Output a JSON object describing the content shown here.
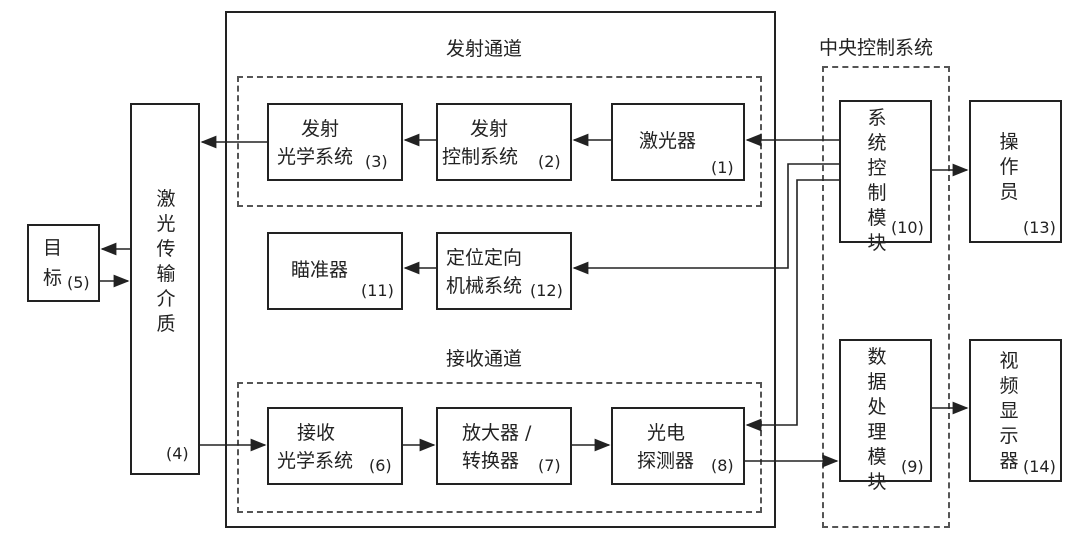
{
  "titles": {
    "transmit": "发射通道",
    "receive": "接收通道",
    "central": "中央控制系统"
  },
  "blocks": {
    "laser": {
      "label": "激光器",
      "num": "(1)"
    },
    "tx_control": {
      "line1": "发射",
      "line2": "控制系统",
      "num": "(2)"
    },
    "tx_optics": {
      "line1": "发射",
      "line2": "光学系统",
      "num": "(3)"
    },
    "medium": {
      "label": "激光传输介质",
      "num": "(4)"
    },
    "target": {
      "line1": "目",
      "line2": "标",
      "num": "(5)"
    },
    "rx_optics": {
      "line1": "接收",
      "line2": "光学系统",
      "num": "(6)"
    },
    "amp": {
      "line1": "放大器 /",
      "line2": "转换器",
      "num": "(7)"
    },
    "detector": {
      "line1": "光电",
      "line2": "探测器",
      "num": "(8)"
    },
    "data_proc": {
      "label": "数据处理模块",
      "num": "(9)"
    },
    "sys_control": {
      "label": "系统控制模块",
      "num": "(10)"
    },
    "aimer": {
      "label": "瞄准器",
      "num": "(11)"
    },
    "positioning": {
      "line1": "定位定向",
      "line2": "机械系统",
      "num": "(12)"
    },
    "operator": {
      "label": "操作员",
      "num": "(13)"
    },
    "video": {
      "label": "视频显示器",
      "num": "(14)"
    }
  }
}
